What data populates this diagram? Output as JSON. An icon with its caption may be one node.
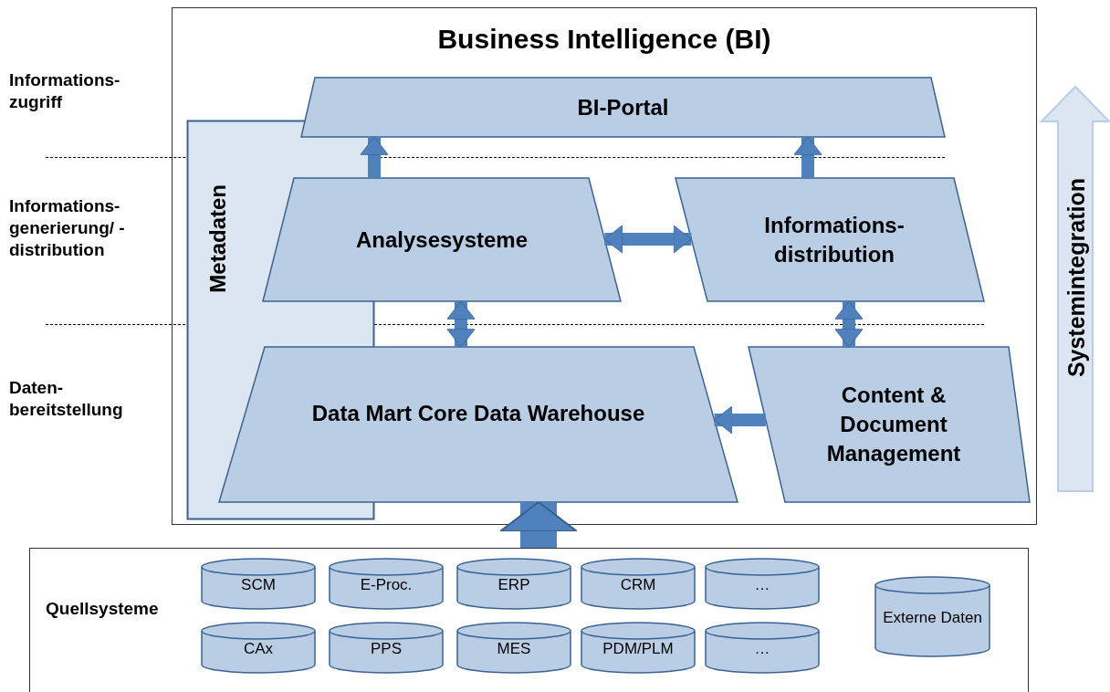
{
  "diagram": {
    "nodes": [
      {
        "text": [
          "Business Intelligence (BI)"
        ]
      },
      {
        "text": [
          "Metadaten"
        ],
        "in": 0
      },
      {
        "text": [
          "BI-Portal"
        ],
        "in": 0
      },
      {
        "text": [
          "Analysesysteme"
        ],
        "in": 0
      },
      {
        "text": [
          "Informations- distribution"
        ],
        "in": 0
      },
      {
        "text": [
          "Data Mart Core Data Warehouse"
        ],
        "in": 0
      },
      {
        "text": [
          "Content & Document Management"
        ],
        "in": 0
      },
      {
        "text": [
          "Quellsysteme"
        ]
      },
      {
        "text": [
          "SCM"
        ],
        "in": 7
      },
      {
        "text": [
          "E-Proc."
        ],
        "in": 7
      },
      {
        "text": [
          "ERP"
        ],
        "in": 7
      },
      {
        "text": [
          "CRM"
        ],
        "in": 7
      },
      {
        "text": [
          "…"
        ],
        "in": 7
      },
      {
        "text": [
          "CAx"
        ],
        "in": 7
      },
      {
        "text": [
          "PPS"
        ],
        "in": 7
      },
      {
        "text": [
          "MES"
        ],
        "in": 7
      },
      {
        "text": [
          "PDM/PLM"
        ],
        "in": 7
      },
      {
        "text": [
          "…"
        ],
        "in": 7
      },
      {
        "text": [
          "Externe Daten"
        ],
        "in": 7
      }
    ],
    "edges": [
      {
        "from": 3,
        "to": 2,
        "arrow": "to"
      },
      {
        "from": 4,
        "to": 2,
        "arrow": "to"
      },
      {
        "from": 3,
        "to": 4,
        "arrow": "both"
      },
      {
        "from": 3,
        "to": 5,
        "arrow": "both"
      },
      {
        "from": 4,
        "to": 6,
        "arrow": "both"
      },
      {
        "from": 6,
        "to": 5,
        "arrow": "to"
      },
      {
        "from": 7,
        "to": 5,
        "arrow": "to",
        "style": "thick"
      }
    ],
    "labels": [
      "Informations- zugriff",
      "Informations- generierung/ -distribution",
      "Daten- bereitstellung",
      "Systemintegration"
    ]
  }
}
